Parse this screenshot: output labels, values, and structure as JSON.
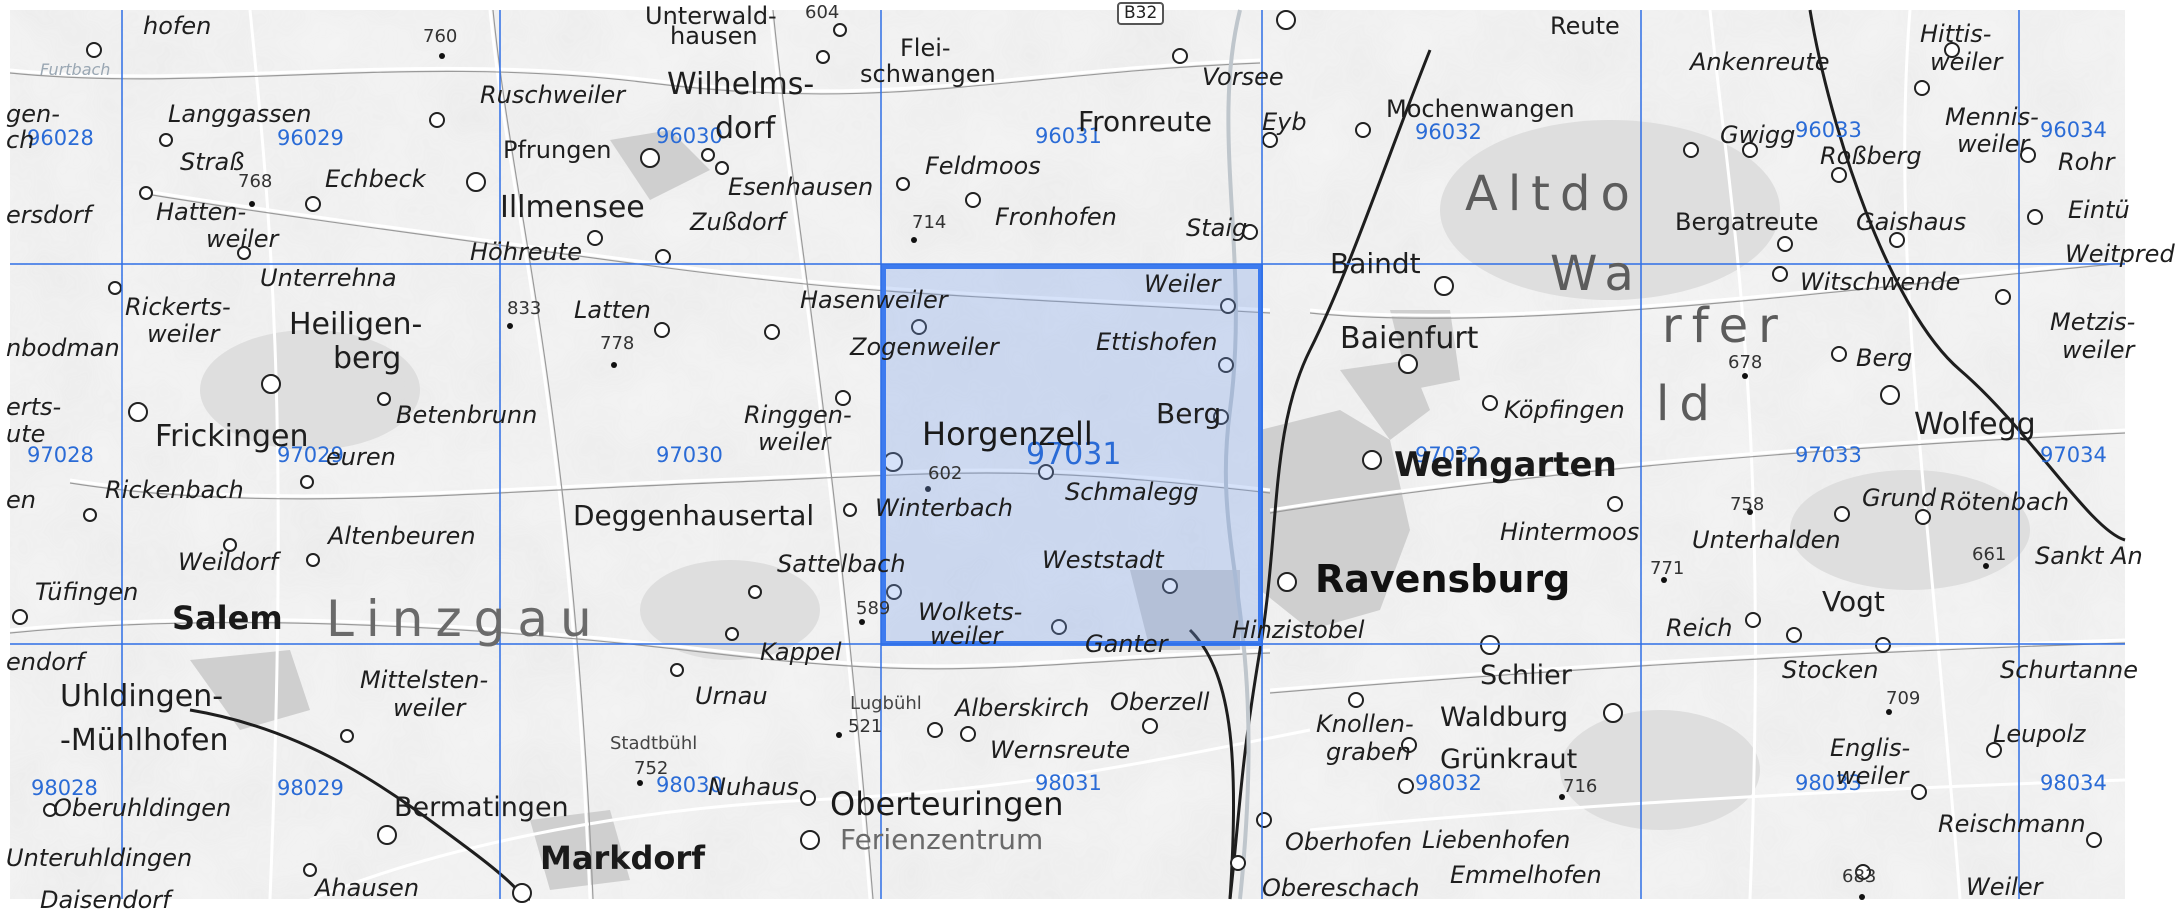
{
  "map": {
    "grid_color": "#2f6fe6",
    "selected_color": "#3d7bef",
    "selected_tile": "97031",
    "tiles": [
      {
        "id": "96028",
        "row": 0,
        "col": 0
      },
      {
        "id": "96029",
        "row": 0,
        "col": 1
      },
      {
        "id": "96030",
        "row": 0,
        "col": 2
      },
      {
        "id": "96031",
        "row": 0,
        "col": 3
      },
      {
        "id": "96032",
        "row": 0,
        "col": 4
      },
      {
        "id": "96033",
        "row": 0,
        "col": 5
      },
      {
        "id": "96034",
        "row": 0,
        "col": 6
      },
      {
        "id": "97028",
        "row": 1,
        "col": 0
      },
      {
        "id": "97029",
        "row": 1,
        "col": 1
      },
      {
        "id": "97030",
        "row": 1,
        "col": 2
      },
      {
        "id": "97031",
        "row": 1,
        "col": 3
      },
      {
        "id": "97032",
        "row": 1,
        "col": 4
      },
      {
        "id": "97033",
        "row": 1,
        "col": 5
      },
      {
        "id": "97034",
        "row": 1,
        "col": 6
      },
      {
        "id": "98028",
        "row": 2,
        "col": 0
      },
      {
        "id": "98029",
        "row": 2,
        "col": 1
      },
      {
        "id": "98030",
        "row": 2,
        "col": 2
      },
      {
        "id": "98031",
        "row": 2,
        "col": 3
      },
      {
        "id": "98032",
        "row": 2,
        "col": 4
      },
      {
        "id": "98033",
        "row": 2,
        "col": 5
      },
      {
        "id": "98034",
        "row": 2,
        "col": 6
      }
    ],
    "places": {
      "hofen": "hofen",
      "langgassen": "Langgassen",
      "strass": "Straß",
      "hattenweiler_1": "Hatten-",
      "hattenweiler_2": "weiler",
      "echbeck": "Echbeck",
      "ersdorf": "ersdorf",
      "gen": "gen-",
      "ch": "ch",
      "unterrehna": "Unterrehna",
      "rickertsweiler_1": "Rickerts-",
      "rickertsweiler_2": "weiler",
      "heiligenberg_1": "Heiligen-",
      "heiligenberg_2": "berg",
      "bodman": "nbodman",
      "erts": "erts-",
      "ute": "ute",
      "frickingen": "Frickingen",
      "betenbrunn": "Betenbrunn",
      "euren": "euren",
      "rickenbach": "Rickenbach",
      "en": "en",
      "altenbeuren": "Altenbeuren",
      "weildorf": "Weildorf",
      "tufingen": "Tüfingen",
      "salem": "Salem",
      "linzgau": "Linzgau",
      "endorf": "endorf",
      "uhldingen_1": "Uhldingen-",
      "uhldingen_2": "-Mühlhofen",
      "mittelstenweiler_1": "Mittelsten-",
      "mittelstenweiler_2": "weiler",
      "oberuhldingen": "Oberuhldingen",
      "unteruhldingen": "Unteruhldingen",
      "bermatingen": "Bermatingen",
      "ahausen": "Ahausen",
      "markdorf": "Markdorf",
      "unterwaldhausen_1": "Unterwald-",
      "unterwaldhausen_2": "hausen",
      "ruschweiler": "Ruschweiler",
      "pfrungen": "Pfrungen",
      "wilhelmsdorf_1": "Wilhelms-",
      "wilhelmsdorf_2": "dorf",
      "illmensee": "Illmensee",
      "esenhausen": "Esenhausen",
      "zussdorf": "Zußdorf",
      "hohreute": "Höhreute",
      "latten": "Latten",
      "hasenweiler": "Hasenweiler",
      "ringgenweiler_1": "Ringgen-",
      "ringgenweiler_2": "weiler",
      "deggenhausertal": "Deggenhausertal",
      "sattelbach": "Sattelbach",
      "kappel": "Kappel",
      "urnau": "Urnau",
      "lugbuhl": "Lugbühl",
      "stadtbuhl": "Stadtbühl",
      "nuhaus": "Nuhaus",
      "fleischwangen_1": "Flei-",
      "fleischwangen_2": "schwangen",
      "vorsee": "Vorsee",
      "fronreute": "Fronreute",
      "feldmoos": "Feldmoos",
      "fronhofen": "Fronhofen",
      "staig": "Staig",
      "weiler": "Weiler",
      "zogenweiler": "Zogenweiler",
      "ettishofen": "Ettishofen",
      "berg": "Berg",
      "horgenzell": "Horgenzell",
      "schmalegg": "Schmalegg",
      "winterbach": "Winterbach",
      "weststadt": "Weststadt",
      "wolketsweiler_1": "Wolkets-",
      "wolketsweiler_2": "weiler",
      "ganter": "Ganter",
      "hinzistobel": "Hinzistobel",
      "alberskirch": "Alberskirch",
      "oberzell": "Oberzell",
      "wernsreute": "Wernsreute",
      "oberteuringen": "Oberteuringen",
      "ferienzentrum": "Ferienzentrum",
      "eyb": "Eyb",
      "mochenwangen": "Mochenwangen",
      "altdorfer_1": "Altdo",
      "altdorfer_2": "rfer",
      "wald_1": "Wa",
      "wald_2": "ld",
      "baindt": "Baindt",
      "baienfurt": "Baienfurt",
      "weingarten": "Weingarten",
      "ravensburg": "Ravensburg",
      "hintermoos": "Hintermoos",
      "kopfingen": "Köpfingen",
      "schlier": "Schlier",
      "waldburg": "Waldburg",
      "knollengraben_1": "Knollen-",
      "knollengraben_2": "graben",
      "grunkraut": "Grünkraut",
      "oberhofen": "Oberhofen",
      "liebenhofen": "Liebenhofen",
      "obereschach": "Obereschach",
      "emmelhofen": "Emmelhofen",
      "reute": "Reute",
      "ankenreute": "Ankenreute",
      "hittisweiler_1": "Hittis-",
      "hittisweiler_2": "weiler",
      "menniswelier_1": "Mennis-",
      "menniswelier_2": "weiler",
      "gwigg": "Gwigg",
      "rossberg": "Roßberg",
      "rohr": "Rohr",
      "eintu": "Eintü",
      "weitpre": "Weitpred",
      "bergatreute": "Bergatreute",
      "gaishaus": "Gaishaus",
      "witschwende": "Witschwende",
      "berg2": "Berg",
      "metzisweiler_1": "Metzis-",
      "metzisweiler_2": "weiler",
      "wolfegg": "Wolfegg",
      "grund": "Grund",
      "rotenbach": "Rötenbach",
      "unterhalden": "Unterhalden",
      "sankt_an": "Sankt An",
      "vogt": "Vogt",
      "reich": "Reich",
      "stocken": "Stocken",
      "schurtanne": "Schurtanne",
      "leupolz": "Leupolz",
      "englisweiler_1": "Englis-",
      "englisweiler_2": "weiler",
      "reischmann": "Reischmann",
      "weiler2": "Weiler",
      "furtbach": "Furtbach",
      "b32": "B32",
      "daisendorf": "Daisendorf"
    },
    "elevations": {
      "e760": "760",
      "e768": "768",
      "e833": "833",
      "e778": "778",
      "e714": "714",
      "e602": "602",
      "e589": "589",
      "e521": "521",
      "e752": "752",
      "e678": "678",
      "e758": "758",
      "e771": "771",
      "e661": "661",
      "e709": "709",
      "e716": "716",
      "e683": "683",
      "e604": "604"
    }
  }
}
